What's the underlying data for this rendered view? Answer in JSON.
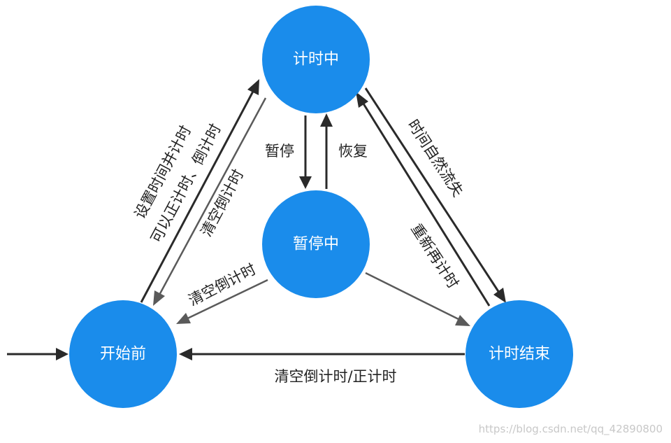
{
  "colors": {
    "node_fill": "#1a8ceb",
    "arrow_dark": "#2a2a2a",
    "arrow_grey": "#5a5a5a"
  },
  "nodes": {
    "timing": "计时中",
    "paused": "暂停中",
    "before_start": "开始前",
    "timing_ended": "计时结束"
  },
  "edges": {
    "pause": "暂停",
    "resume": "恢复",
    "set_time_line1": "设置时间并计时",
    "set_time_line2": "可以正计时、倒计时",
    "clear_countdown_left": "清空倒计时",
    "clear_countdown_center": "清空倒计时",
    "time_elapses": "时间自然流失",
    "restart_timing": "重新再计时",
    "clear_countdown_up": "清空倒计时/正计时"
  },
  "watermark": "https://blog.csdn.net/qq_42890800"
}
